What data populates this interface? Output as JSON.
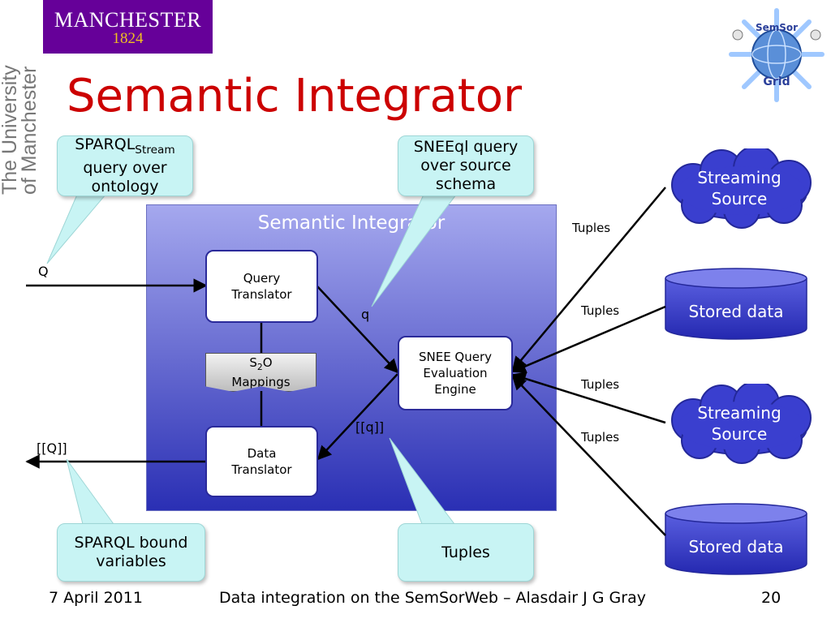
{
  "logo": {
    "wordmark": "MANCHESTER",
    "year": "1824",
    "side_text": "The University of Manchester"
  },
  "title": "Semantic Integrator",
  "integrator": {
    "label": "Semantic Integrator",
    "query_translator": "Query Translator",
    "mappings": {
      "s": "S",
      "sub": "2",
      "o": "O",
      "word": "Mappings"
    },
    "data_translator": "Data Translator",
    "engine": "SNEE Query Evaluation Engine"
  },
  "callouts": {
    "sparql_stream": {
      "main": "SPARQL",
      "sub": "Stream",
      "rest": "query over ontology"
    },
    "sneeql": "SNEEql query over source schema",
    "sparql_bound": "SPARQL bound variables",
    "tuples": "Tuples"
  },
  "labels": {
    "Q": "Q",
    "q": "q",
    "bracket_q": "[[q]]",
    "bracket_Q": "[[Q]]",
    "tuples": "Tuples"
  },
  "sources": [
    {
      "type": "cloud",
      "text": "Streaming Source"
    },
    {
      "type": "cylinder",
      "text": "Stored data"
    },
    {
      "type": "cloud",
      "text": "Streaming Source"
    },
    {
      "type": "cylinder",
      "text": "Stored data"
    }
  ],
  "semsorgrid_logo": {
    "top": "SemSor",
    "bottom": "Grid"
  },
  "footer": {
    "date": "7 April 2011",
    "center": "Data integration on the SemSorWeb – Alasdair J G Gray",
    "page": "20"
  },
  "colors": {
    "title": "#cc0000",
    "logo_purple": "#660099",
    "logo_gold": "#f0c020",
    "callout": "#c8f4f4",
    "source_blue": "#3a3fcf"
  }
}
